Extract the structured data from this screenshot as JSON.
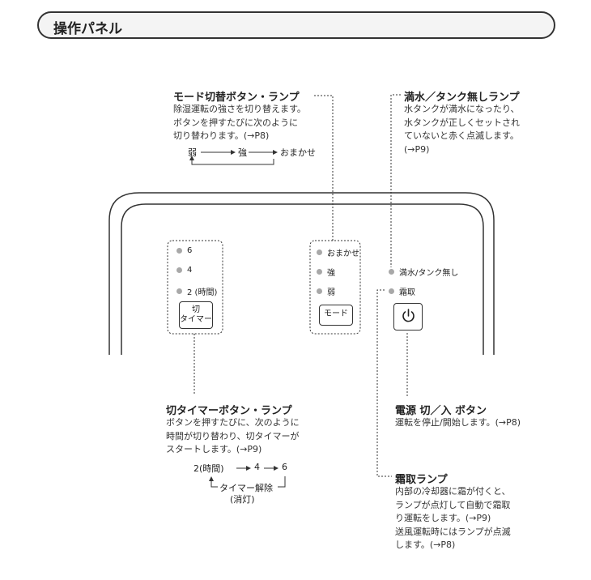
{
  "header": {
    "title": "操作パネル"
  },
  "mode": {
    "title": "モード切替ボタン・ランプ",
    "desc": [
      "除湿運転の強さを切り替えます。",
      "ボタンを押すたびに次のように",
      "切り替わります。(→P8)"
    ],
    "seq": [
      "弱",
      "強",
      "おまかせ"
    ],
    "lamps": [
      "おまかせ",
      "強",
      "弱"
    ],
    "button_label": "モード"
  },
  "tank": {
    "title": "満水／タンク無しランプ",
    "desc": [
      "水タンクが満水になったり、",
      "水タンクが正しくセットされ",
      "ていないと赤く点滅します。",
      "(→P9)"
    ],
    "lamp_label": "満水/タンク無し"
  },
  "defrost": {
    "lamp_label": "霜取",
    "title": "霜取ランプ",
    "desc": [
      "内部の冷却器に霜が付くと、",
      "ランプが点灯して自動で霜取",
      "り運転をします。(→P9)",
      "送風運転時にはランプが点滅",
      "します。(→P8)"
    ]
  },
  "timer": {
    "lamps": [
      "6",
      "4",
      "2 (時間)"
    ],
    "button_label": [
      "切",
      "タイマー"
    ],
    "title": "切タイマーボタン・ランプ",
    "desc": [
      "ボタンを押すたびに、次のように",
      "時間が切り替わり、切タイマーが",
      "スタートします。(→P9)"
    ],
    "seq": [
      "2(時間)",
      "4",
      "6"
    ],
    "release": "タイマー解除",
    "release_note": "(消灯)"
  },
  "power": {
    "title": "電源 切／入 ボタン",
    "desc": "運転を停止/開始します。(→P8)"
  },
  "colors": {
    "dot": "#a8a8a8",
    "line": "#333333"
  }
}
